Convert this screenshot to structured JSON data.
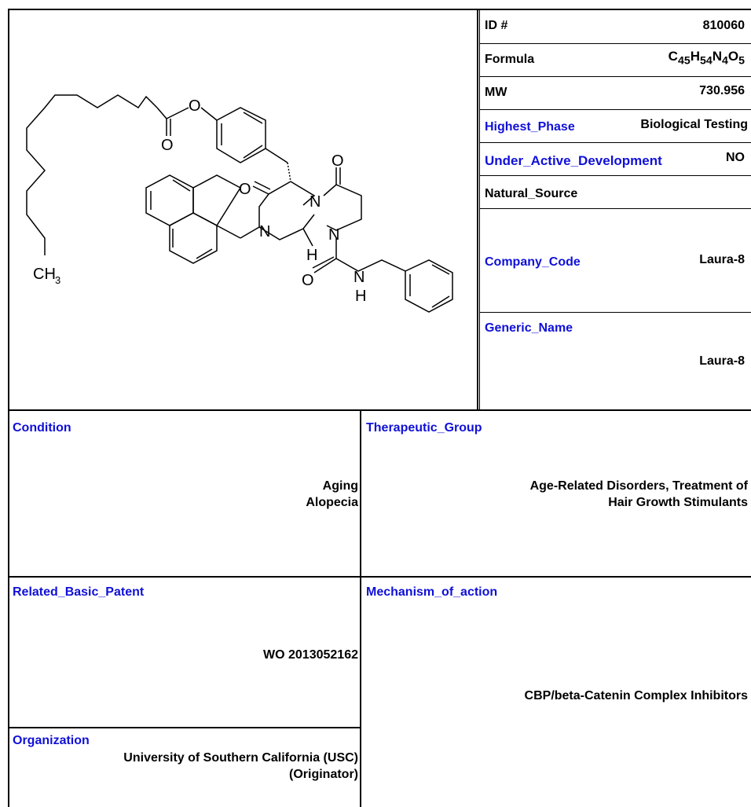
{
  "compound": {
    "id_label": "ID #",
    "id_value": "810060",
    "formula_label": "Formula",
    "formula_parts": [
      "C",
      "45",
      "H",
      "54",
      "N",
      "4",
      "O",
      "5"
    ],
    "mw_label": "MW",
    "mw_value": "730.956",
    "highest_phase_label": "Highest_Phase",
    "highest_phase_value": "Biological Testing",
    "under_active_label": "Under_Active_Development",
    "under_active_value": "NO",
    "natural_source_label": "Natural_Source",
    "natural_source_value": "",
    "company_code_label": "Company_Code",
    "company_code_value": "Laura-8",
    "generic_name_label": "Generic_Name",
    "generic_name_value": "Laura-8"
  },
  "structure": {
    "atom_labels": [
      "O",
      "O",
      "O",
      "O",
      "N",
      "N",
      "N",
      "H",
      "O",
      "N",
      "H",
      "CH",
      "3"
    ]
  },
  "details": {
    "condition_label": "Condition",
    "condition_values": [
      "Aging",
      "Alopecia"
    ],
    "therapeutic_label": "Therapeutic_Group",
    "therapeutic_values": [
      "Age-Related Disorders, Treatment of",
      "Hair Growth Stimulants"
    ],
    "patent_label": "Related_Basic_Patent",
    "patent_value": "WO 2013052162",
    "mechanism_label": "Mechanism_of_action",
    "mechanism_value": "CBP/beta-Catenin Complex Inhibitors",
    "organization_label": "Organization",
    "organization_values": [
      "University of Southern California (USC)",
      "(Originator)"
    ]
  },
  "colors": {
    "label_blue": "#1010d8",
    "border": "#000000"
  }
}
